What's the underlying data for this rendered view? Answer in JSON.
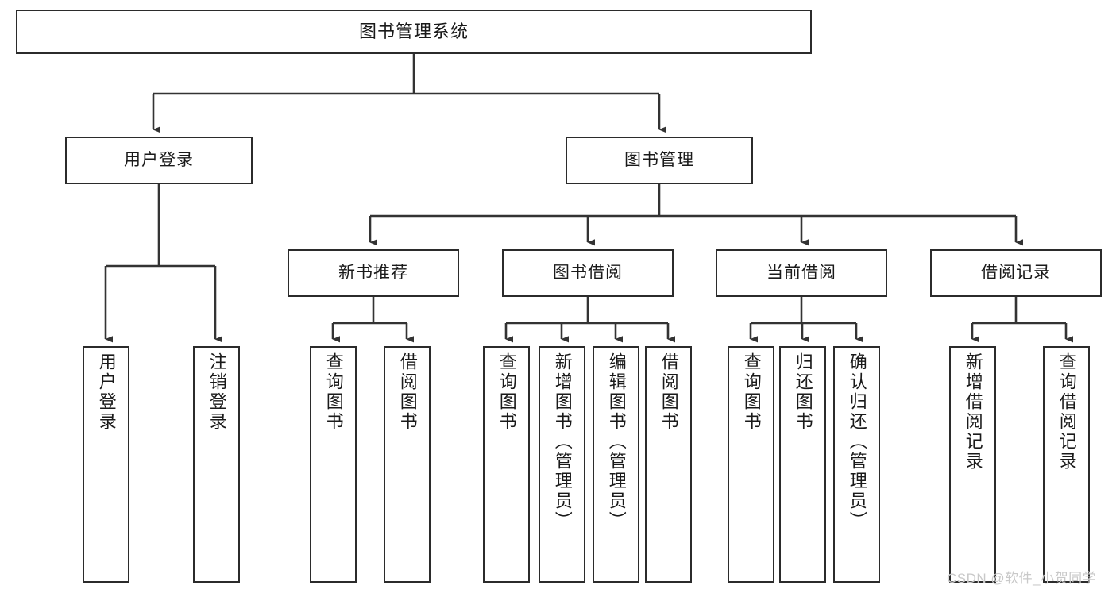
{
  "diagram": {
    "title": "图书管理系统",
    "type": "tree",
    "orientation": "top-down",
    "colors": {
      "box_border": "#2b2b2b",
      "box_fill": "#ffffff",
      "connector": "#333333",
      "background": "#ffffff",
      "watermark": "#c9c9c9"
    },
    "root": {
      "label": "图书管理系统"
    },
    "level1": [
      {
        "label": "用户登录"
      },
      {
        "label": "图书管理"
      }
    ],
    "level2": [
      {
        "label": "新书推荐"
      },
      {
        "label": "图书借阅"
      },
      {
        "label": "当前借阅"
      },
      {
        "label": "借阅记录"
      }
    ],
    "leaves": {
      "user_login": [
        {
          "label": "用户登录"
        },
        {
          "label": "注销登录"
        }
      ],
      "new_book_recommend": [
        {
          "label": "查询图书"
        },
        {
          "label": "借阅图书"
        }
      ],
      "book_borrow": [
        {
          "label": "查询图书"
        },
        {
          "label": "新增图书（管理员）"
        },
        {
          "label": "编辑图书（管理员）"
        },
        {
          "label": "借阅图书"
        }
      ],
      "current_borrow": [
        {
          "label": "查询图书"
        },
        {
          "label": "归还图书"
        },
        {
          "label": "确认归还（管理员）"
        }
      ],
      "borrow_record": [
        {
          "label": "新增借阅记录"
        },
        {
          "label": "查询借阅记录"
        }
      ]
    }
  },
  "watermark": {
    "text": "CSDN @软件_小贺同学"
  }
}
